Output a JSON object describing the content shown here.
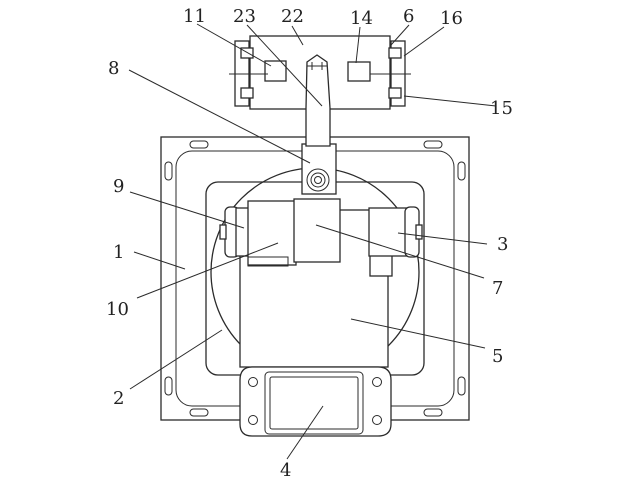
{
  "labels": {
    "n1": "1",
    "n2": "2",
    "n3": "3",
    "n4": "4",
    "n5": "5",
    "n6": "6",
    "n7": "7",
    "n8": "8",
    "n9": "9",
    "n10": "10",
    "n11": "11",
    "n14": "14",
    "n15": "15",
    "n16": "16",
    "n22": "22",
    "n23": "23"
  }
}
